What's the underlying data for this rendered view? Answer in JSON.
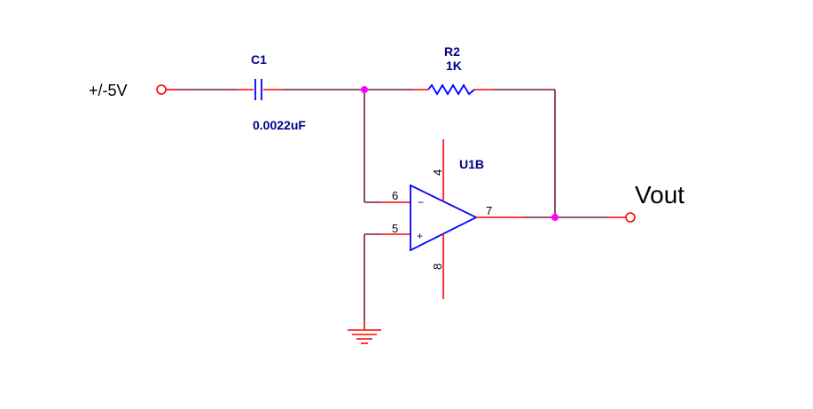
{
  "input": {
    "label": "+/-5V"
  },
  "output": {
    "label": "Vout"
  },
  "c1": {
    "ref": "C1",
    "value": "0.0022uF"
  },
  "r2": {
    "ref": "R2",
    "value": "1K"
  },
  "opamp": {
    "ref": "U1B",
    "pins": {
      "inv": "6",
      "noninv": "5",
      "out": "7",
      "vplus": "4",
      "vminus": "8"
    },
    "symbols": {
      "inv": "−",
      "noninv": "+"
    }
  },
  "colors": {
    "wire": "#7b1a3a",
    "lead": "#ff0000",
    "part": "#0000ff",
    "junction": "#ff00ff",
    "label": "#00008b"
  }
}
